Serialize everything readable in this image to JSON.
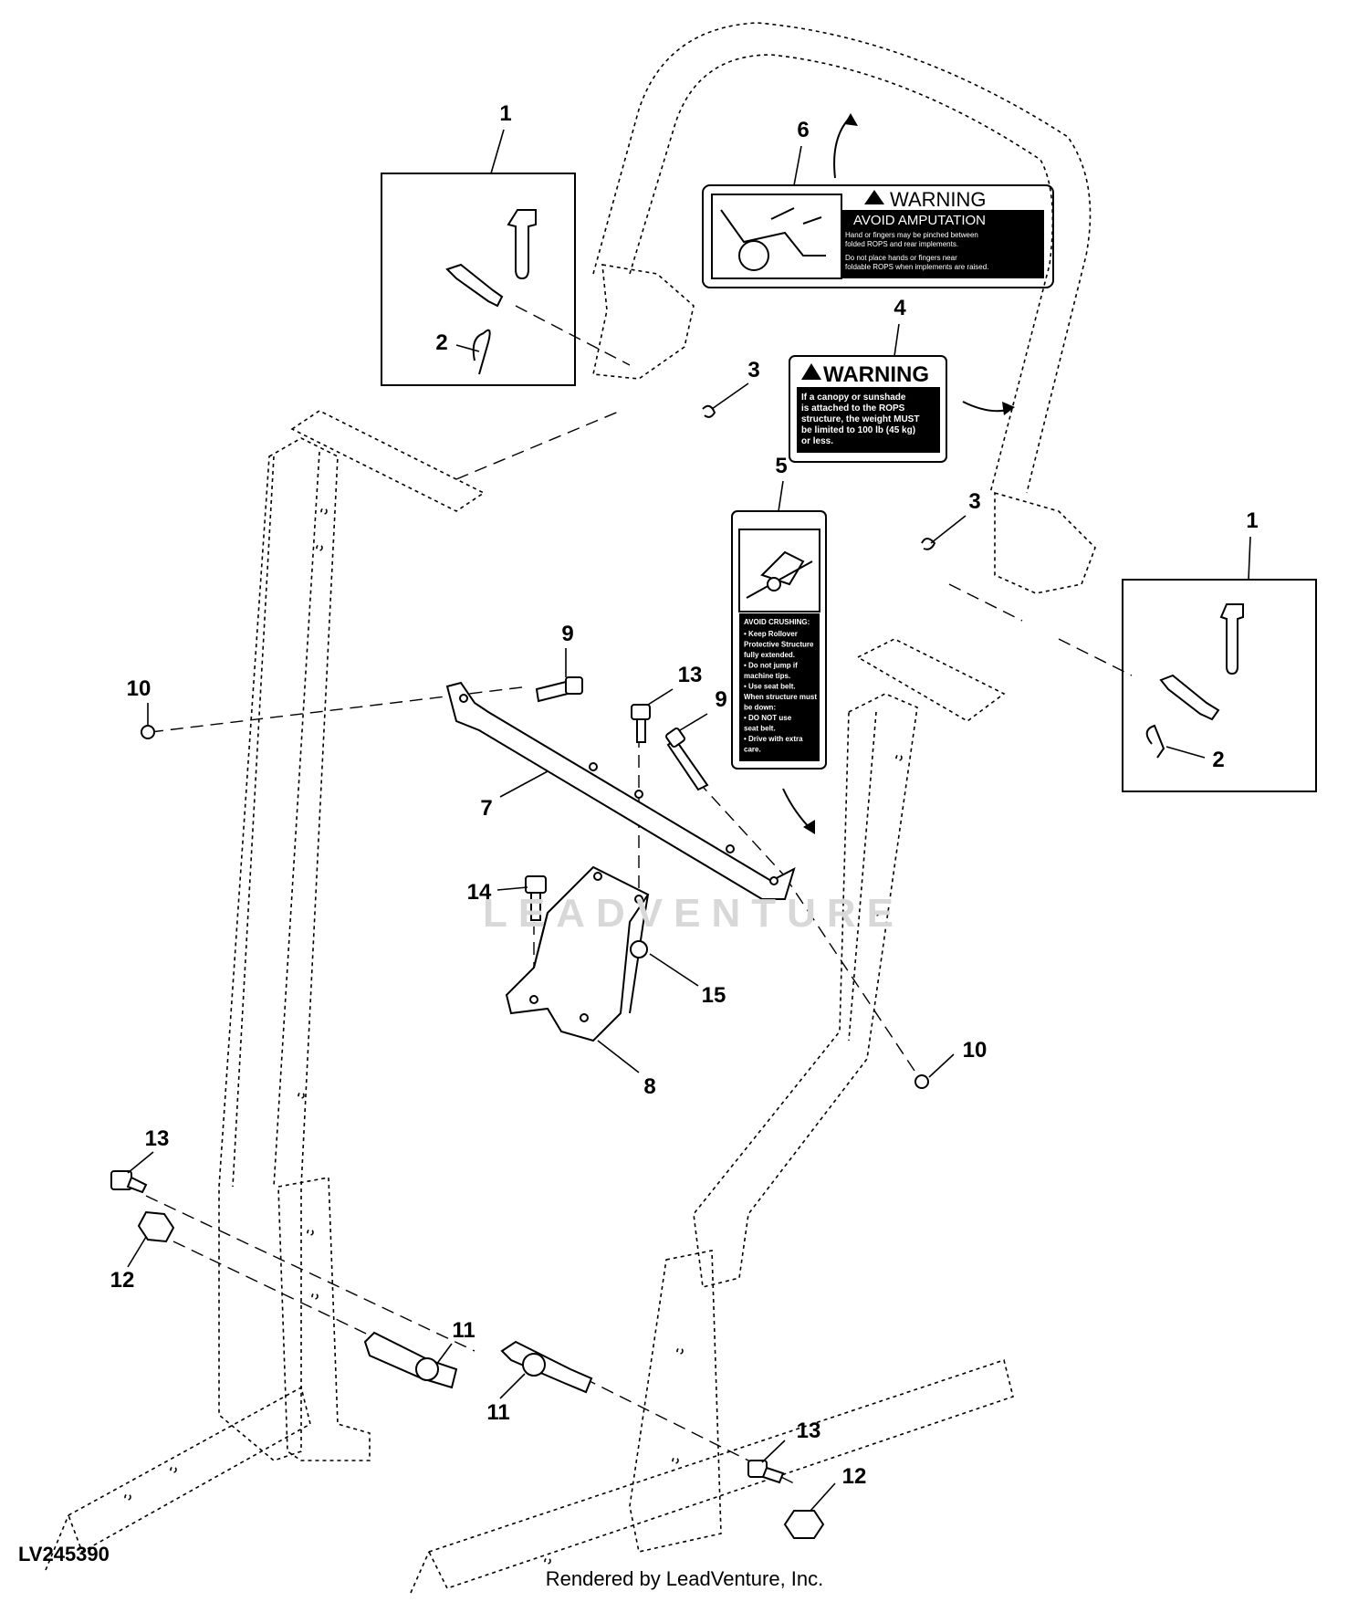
{
  "figure_id": "LV245390",
  "footer": "Rendered by LeadVenture, Inc.",
  "watermark": "LEADVENTURE",
  "callouts": [
    {
      "id": "c1a",
      "label": "1"
    },
    {
      "id": "c2a",
      "label": "2"
    },
    {
      "id": "c3a",
      "label": "3"
    },
    {
      "id": "c6",
      "label": "6"
    },
    {
      "id": "c4",
      "label": "4"
    },
    {
      "id": "c5",
      "label": "5"
    },
    {
      "id": "c3b",
      "label": "3"
    },
    {
      "id": "c1b",
      "label": "1"
    },
    {
      "id": "c2b",
      "label": "2"
    },
    {
      "id": "c10a",
      "label": "10"
    },
    {
      "id": "c9a",
      "label": "9"
    },
    {
      "id": "c13a",
      "label": "13"
    },
    {
      "id": "c9b",
      "label": "9"
    },
    {
      "id": "c7",
      "label": "7"
    },
    {
      "id": "c14",
      "label": "14"
    },
    {
      "id": "c15",
      "label": "15"
    },
    {
      "id": "c8",
      "label": "8"
    },
    {
      "id": "c10b",
      "label": "10"
    },
    {
      "id": "c13b",
      "label": "13"
    },
    {
      "id": "c12a",
      "label": "12"
    },
    {
      "id": "c11a",
      "label": "11"
    },
    {
      "id": "c11b",
      "label": "11"
    },
    {
      "id": "c13c",
      "label": "13"
    },
    {
      "id": "c12b",
      "label": "12"
    }
  ],
  "decal_amputation": {
    "heading": "WARNING",
    "subheading": "AVOID AMPUTATION",
    "line1": "Hand or fingers may be pinched between",
    "line2": "folded ROPS and rear implements.",
    "line3": "Do not place hands or fingers near",
    "line4": "foldable ROPS when implements are raised."
  },
  "decal_canopy": {
    "heading": "WARNING",
    "line1": "If a canopy or sunshade",
    "line2": "is attached to the ROPS",
    "line3": "structure, the weight MUST",
    "line4": "be limited to 100 lb (45 kg)",
    "line5": "or less."
  },
  "decal_crushing": {
    "heading": "AVOID CRUSHING:",
    "lines": [
      "• Keep Rollover",
      "  Protective Structure",
      "  fully extended.",
      "• Do not jump if",
      "  machine tips.",
      "• Use seat belt.",
      "When structure must",
      "be down:",
      "• DO NOT use",
      "  seat belt.",
      "• Drive with extra",
      "  care."
    ]
  }
}
